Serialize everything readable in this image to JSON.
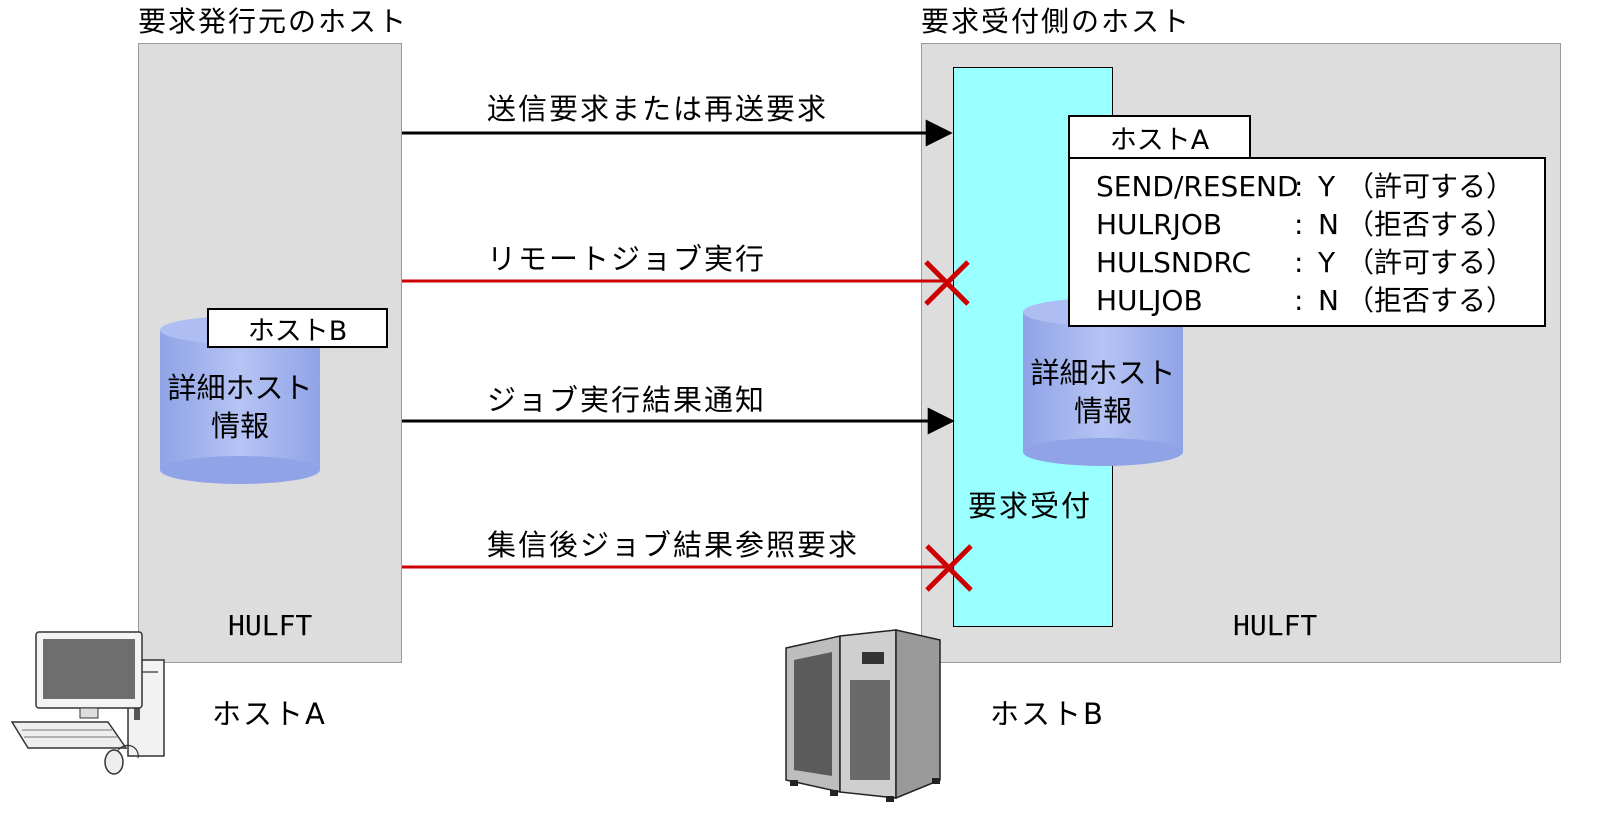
{
  "titles": {
    "left": "要求発行元のホスト",
    "right": "要求受付側のホスト"
  },
  "arrows": [
    {
      "label": "送信要求または再送要求",
      "status": "allowed",
      "color": "#000000"
    },
    {
      "label": "リモートジョブ実行",
      "status": "denied",
      "color": "#cc0000"
    },
    {
      "label": "ジョブ実行結果通知",
      "status": "allowed",
      "color": "#000000"
    },
    {
      "label": "集信後ジョブ結果参照要求",
      "status": "denied",
      "color": "#cc0000"
    }
  ],
  "left_host": {
    "product": "HULFT",
    "device_label": "ホストA",
    "db_tag": "ホストB",
    "db_label_line1": "詳細ホスト",
    "db_label_line2": "情報"
  },
  "right_host": {
    "product": "HULFT",
    "device_label": "ホストB",
    "receiver_label": "要求受付",
    "db_label_line1": "詳細ホスト",
    "db_label_line2": "情報",
    "perm_tag": "ホストA",
    "permissions": [
      {
        "name": "SEND/RESEND",
        "sep": ":",
        "value": "Y",
        "desc": "（許可する）"
      },
      {
        "name": "HULRJOB",
        "sep": ":",
        "value": "N",
        "desc": "（拒否する）"
      },
      {
        "name": "HULSNDRC",
        "sep": ":",
        "value": "Y",
        "desc": "（許可する）"
      },
      {
        "name": "HULJOB",
        "sep": ":",
        "value": "N",
        "desc": "（拒否する）"
      }
    ]
  },
  "colors": {
    "host_bg": "#dddddd",
    "receiver_bg": "#99ffff",
    "cylinder": "#99aaee",
    "deny": "#cc0000"
  }
}
